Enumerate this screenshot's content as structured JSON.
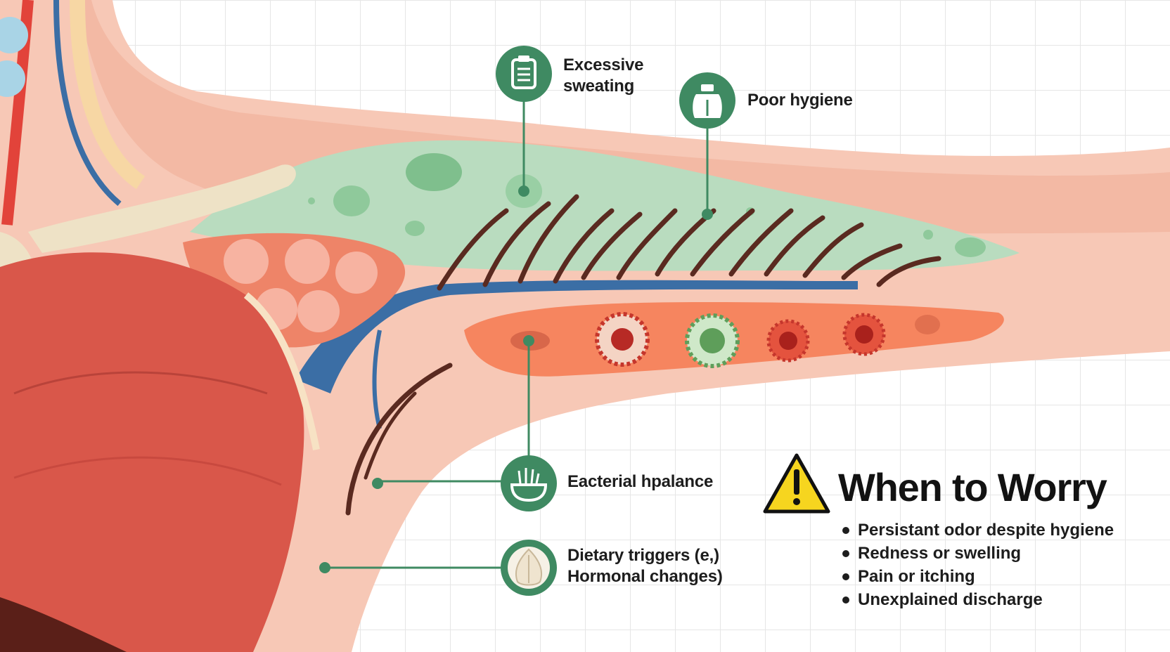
{
  "callouts": {
    "sweating": {
      "icon": "clipboard-icon",
      "lines": [
        "Excessive",
        "sweating"
      ]
    },
    "hygiene": {
      "icon": "deodorant-bottle-icon",
      "lines": [
        "Poor hygiene"
      ]
    },
    "bacteria": {
      "icon": "bacteria-dish-icon",
      "lines": [
        "Eacterial hpalance"
      ]
    },
    "dietary": {
      "icon": "garlic-icon",
      "lines": [
        "Dietary triggers (e,)",
        "Hormonal changes)"
      ]
    }
  },
  "warning": {
    "icon": "warning-triangle-icon",
    "title": "When to Worry",
    "items": [
      "Persistant odor despite hygiene",
      "Redness or swelling",
      "Pain or itching",
      "Unexplained discharge"
    ]
  },
  "colors": {
    "callout_green": "#3f8a62",
    "sweat_gland": "#b9dcbf",
    "apocrine_zone": "#f6855f",
    "skin": "#f7c8b6",
    "muscle": "#d9574a",
    "vein": "#3b6ea5",
    "artery": "#e2433a",
    "warning_yellow": "#f6d51f"
  }
}
